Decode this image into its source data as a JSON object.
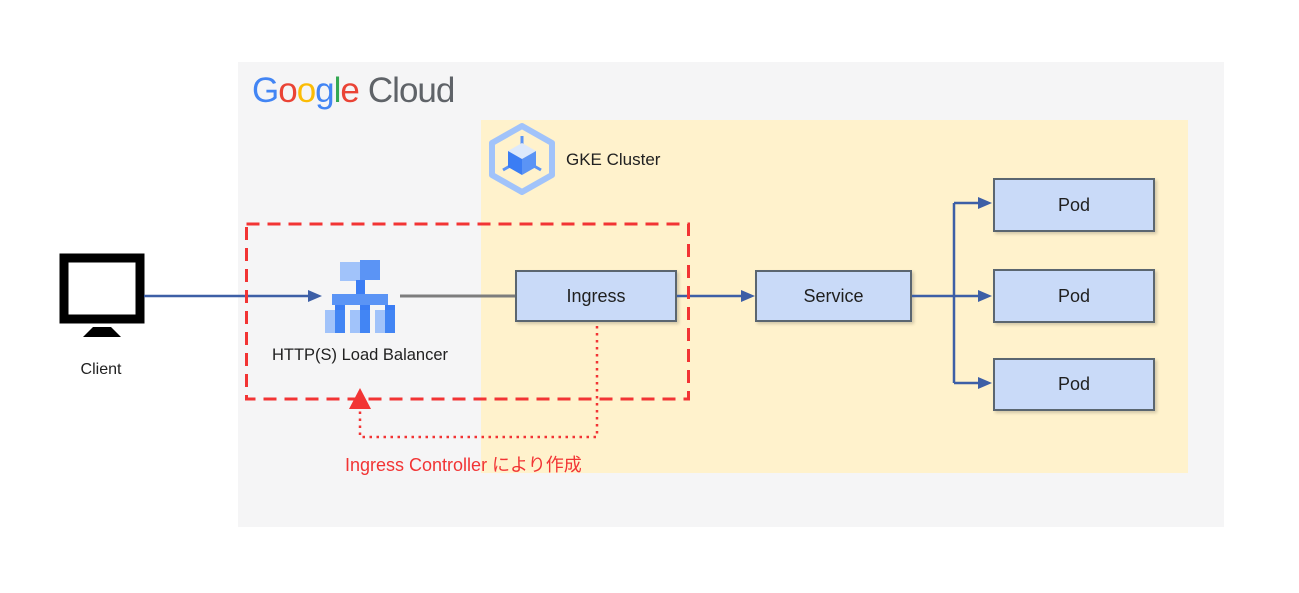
{
  "logo": {
    "letters": [
      {
        "ch": "G",
        "color": "#4285F4"
      },
      {
        "ch": "o",
        "color": "#EA4335"
      },
      {
        "ch": "o",
        "color": "#FBBC05"
      },
      {
        "ch": "g",
        "color": "#4285F4"
      },
      {
        "ch": "l",
        "color": "#34A853"
      },
      {
        "ch": "e",
        "color": "#EA4335"
      }
    ],
    "cloud": "Cloud"
  },
  "labels": {
    "gke_cluster": "GKE Cluster",
    "client": "Client",
    "load_balancer": "HTTP(S) Load Balancer",
    "ingress": "Ingress",
    "service": "Service",
    "pods": [
      "Pod",
      "Pod",
      "Pod"
    ],
    "annotation": "Ingress Controller により作成"
  },
  "icons": {
    "client": "client-monitor-icon",
    "load_balancer": "load-balancer-icon",
    "gke": "gke-cluster-hexagon-icon"
  },
  "colors": {
    "container_bg": "#f5f5f6",
    "cluster_bg": "#fff2cc",
    "node_fill": "#c9daf8",
    "node_border": "#5b6670",
    "arrow_blue": "#3d5fa6",
    "line_gray": "#7d7d7d",
    "annotation_red": "#f23434",
    "logo_cloud_gray": "#5f6368",
    "icon_blue_light": "#A1C3FA",
    "icon_blue_medium": "#5B94F5",
    "icon_blue_strong": "#3B7DF4"
  }
}
